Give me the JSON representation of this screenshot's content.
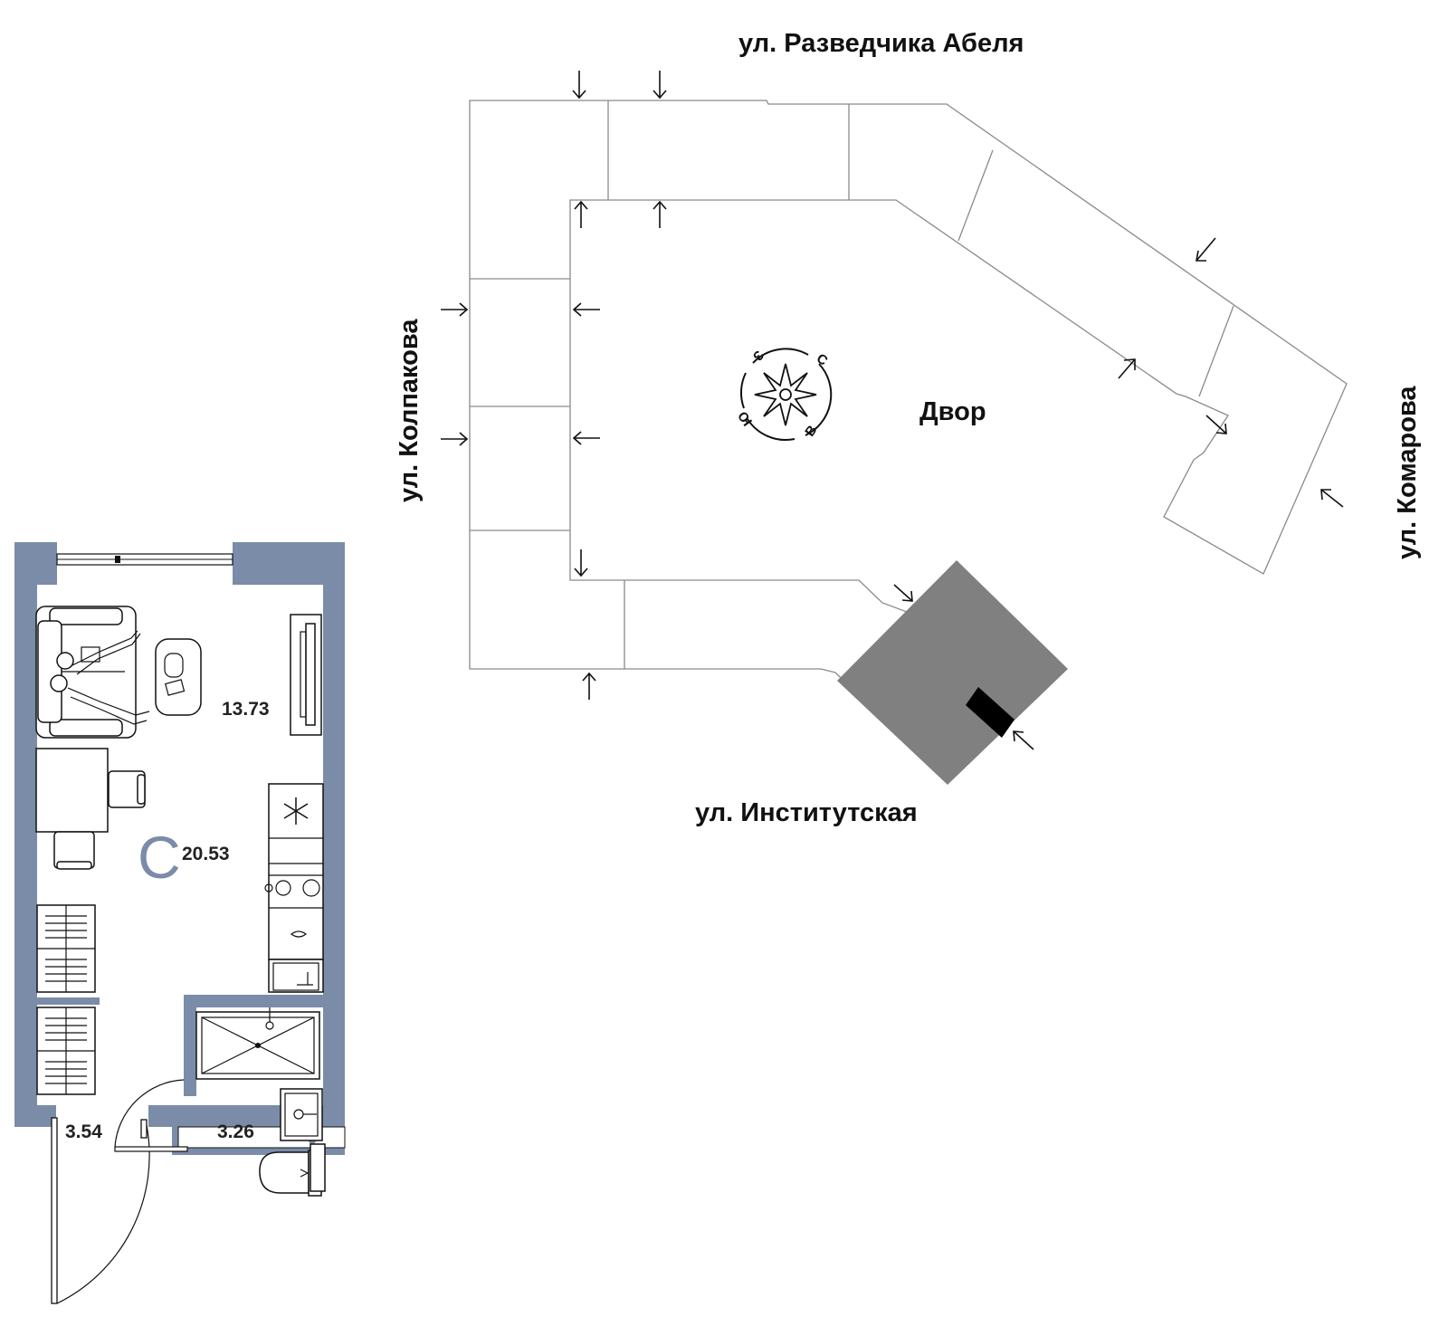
{
  "site_plan": {
    "streets": {
      "north": "ул. Разведчика Абеля",
      "west": "ул. Колпакова",
      "east": "ул. Комарова",
      "south": "ул. Институтская"
    },
    "courtyard_label": "Двор",
    "compass": {
      "n": "С",
      "e": "В",
      "s": "Ю",
      "w": "З"
    }
  },
  "colors": {
    "wall": "#7a8ca8",
    "highlighted_section": "#808080",
    "entrance_marker": "#000000",
    "building_outline": "#8a8a8a"
  },
  "floor_plan": {
    "total_area": "20.53",
    "apartment_type": "С",
    "rooms": [
      {
        "name": "living",
        "area": "13.73"
      },
      {
        "name": "hallway",
        "area": "3.54"
      },
      {
        "name": "bathroom",
        "area": "3.26"
      }
    ]
  }
}
